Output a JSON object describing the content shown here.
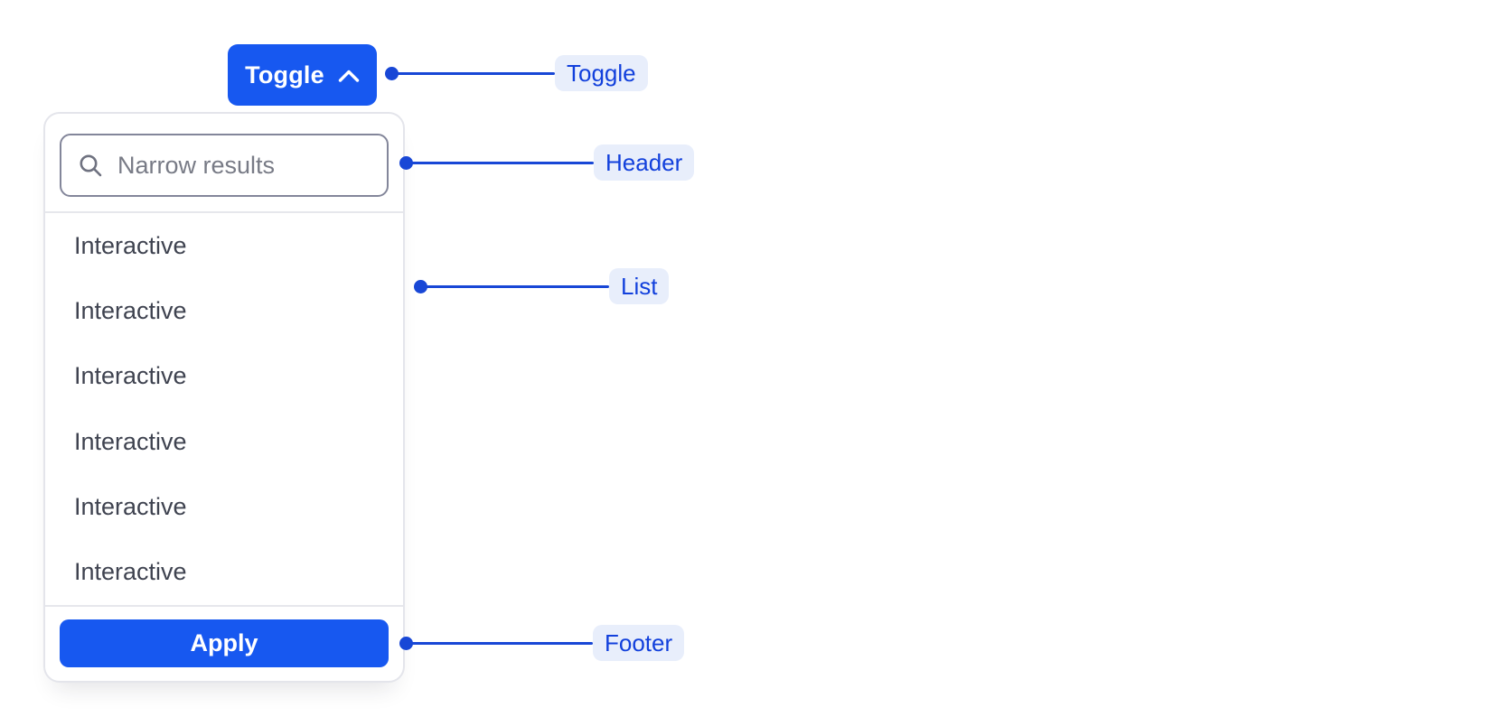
{
  "colors": {
    "accent_blue": "#1758F0",
    "annotation_line_blue": "#1847D6",
    "annotation_label_text": "#1240DC",
    "annotation_label_bg": "#E8EEFB",
    "panel_border": "#E4E5EB",
    "input_border": "#83869A",
    "list_text": "#3F4350",
    "placeholder_text": "#787B86"
  },
  "toggle_button": {
    "label": "Toggle",
    "icon": "chevron-up-icon"
  },
  "dropdown": {
    "header": {
      "icon": "search-icon",
      "search_placeholder": "Narrow results",
      "search_value": ""
    },
    "list": {
      "items": [
        "Interactive",
        "Interactive",
        "Interactive",
        "Interactive",
        "Interactive",
        "Interactive"
      ]
    },
    "footer": {
      "apply_label": "Apply"
    }
  },
  "annotations": [
    {
      "target": "toggle",
      "label": "Toggle"
    },
    {
      "target": "header",
      "label": "Header"
    },
    {
      "target": "list",
      "label": "List"
    },
    {
      "target": "footer",
      "label": "Footer"
    }
  ]
}
